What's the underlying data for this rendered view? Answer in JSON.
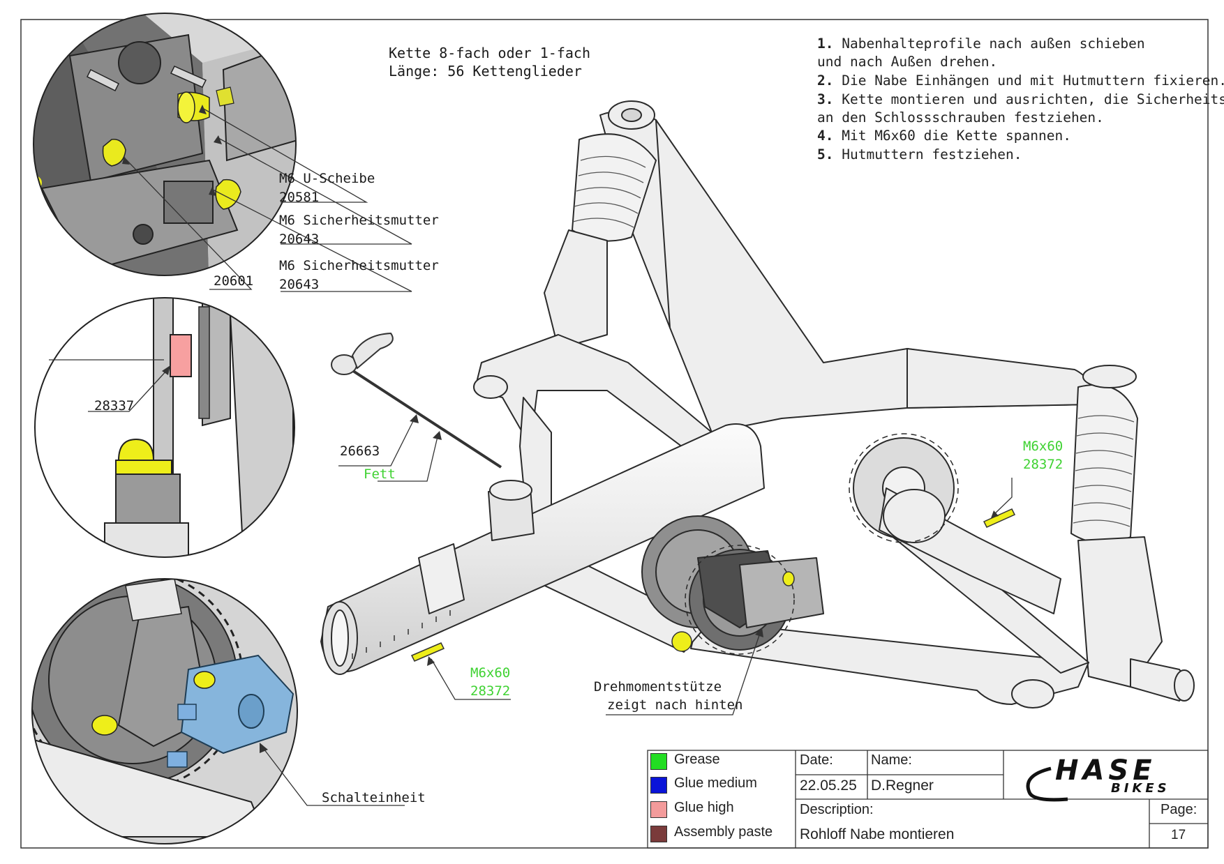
{
  "header_note": {
    "line1": "Kette 8-fach oder 1-fach",
    "line2": "Länge: 56 Kettenglieder"
  },
  "instructions": [
    {
      "num": "1.",
      "text": "Nabenhalteprofile nach außen schieben"
    },
    {
      "num": "",
      "text": "und nach Außen drehen."
    },
    {
      "num": "2.",
      "text": "Die Nabe Einhängen und mit Hutmuttern fixieren."
    },
    {
      "num": "3.",
      "text": "Kette montieren und ausrichten, die Sicherheitsmuttern"
    },
    {
      "num": "",
      "text": "an den Schlossschrauben festziehen."
    },
    {
      "num": "4.",
      "text": "Mit M6x60 die Kette spannen."
    },
    {
      "num": "5.",
      "text": "Hutmuttern festziehen."
    }
  ],
  "callouts": {
    "u_scheibe_name": "M6 U-Scheibe",
    "u_scheibe_part": "20581",
    "sicherheitsmutter_a_name": "M6 Sicherheitsmutter",
    "sicherheitsmutter_a_part": "20643",
    "sicherheitsmutter_b_name": "M6 Sicherheitsmutter",
    "sicherheitsmutter_b_part": "20643",
    "part_20601": "20601",
    "part_28337": "28337",
    "part_26663": "26663",
    "fett": "Fett",
    "m6x60_right_name": "M6x60",
    "m6x60_right_part": "28372",
    "m6x60_left_name": "M6x60",
    "m6x60_left_part": "28372",
    "drehmoment_line1": "Drehmomentstütze",
    "drehmoment_line2": "zeigt nach hinten",
    "schalteinheit": "Schalteinheit"
  },
  "legend": [
    {
      "label": "Grease",
      "color": "#22dd22"
    },
    {
      "label": "Glue medium",
      "color": "#0a14d8"
    },
    {
      "label": "Glue high",
      "color": "#f39b9b"
    },
    {
      "label": "Assembly paste",
      "color": "#7a3b3b"
    }
  ],
  "title_block": {
    "date_label": "Date:",
    "date_value": "22.05.25",
    "name_label": "Name:",
    "name_value": "D.Regner",
    "description_label": "Description:",
    "description_value": "Rohloff Nabe montieren",
    "page_label": "Page:",
    "page_value": "17",
    "logo_main": "HASE",
    "logo_sub": "BIKES"
  },
  "colors": {
    "frame_fill": "#eeeeee",
    "part_gray": "#9a9a9a",
    "hardware_yellow": "#eeee1a",
    "shifter_blue": "#86b5dc",
    "grease_green": "#3fd232"
  }
}
